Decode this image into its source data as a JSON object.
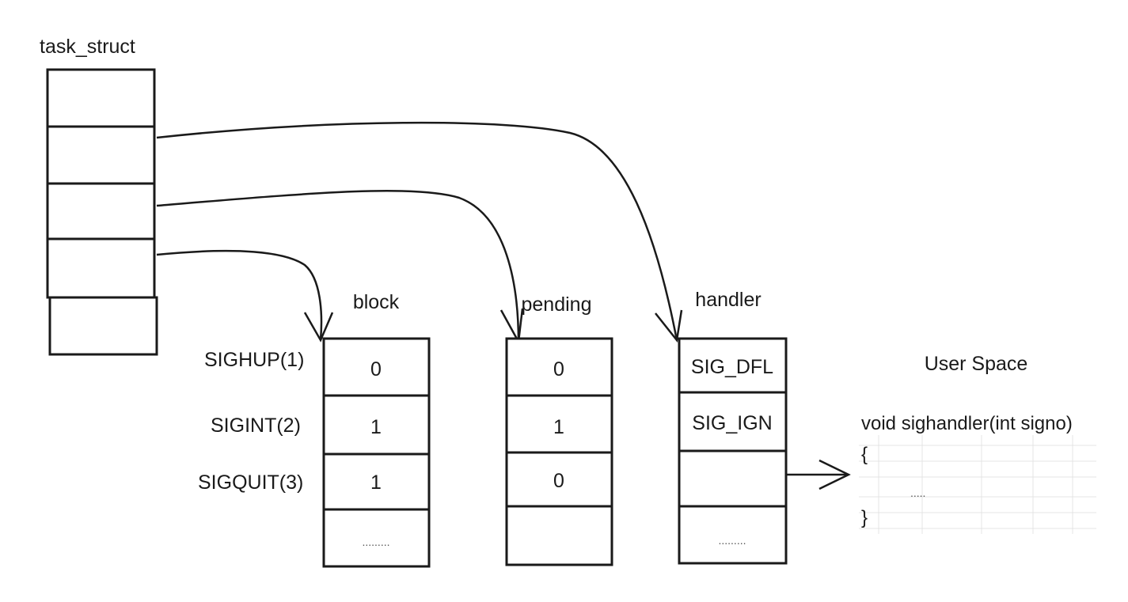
{
  "task_struct": {
    "title": "task_struct",
    "slot_count": 5
  },
  "block": {
    "title": "block",
    "values": [
      "0",
      "1",
      "1",
      "",
      "........."
    ]
  },
  "pending": {
    "title": "pending",
    "values": [
      "0",
      "1",
      "0",
      ""
    ]
  },
  "handler": {
    "title": "handler",
    "values": [
      "SIG_DFL",
      "SIG_IGN",
      "",
      "........."
    ]
  },
  "signals": [
    "SIGHUP(1)",
    "SIGINT(2)",
    "SIGQUIT(3)"
  ],
  "user_space": {
    "title": "User Space",
    "code_line_1": "void sighandler(int signo)",
    "code_line_2": "{",
    "code_line_3": ".....",
    "code_line_4": "}"
  }
}
